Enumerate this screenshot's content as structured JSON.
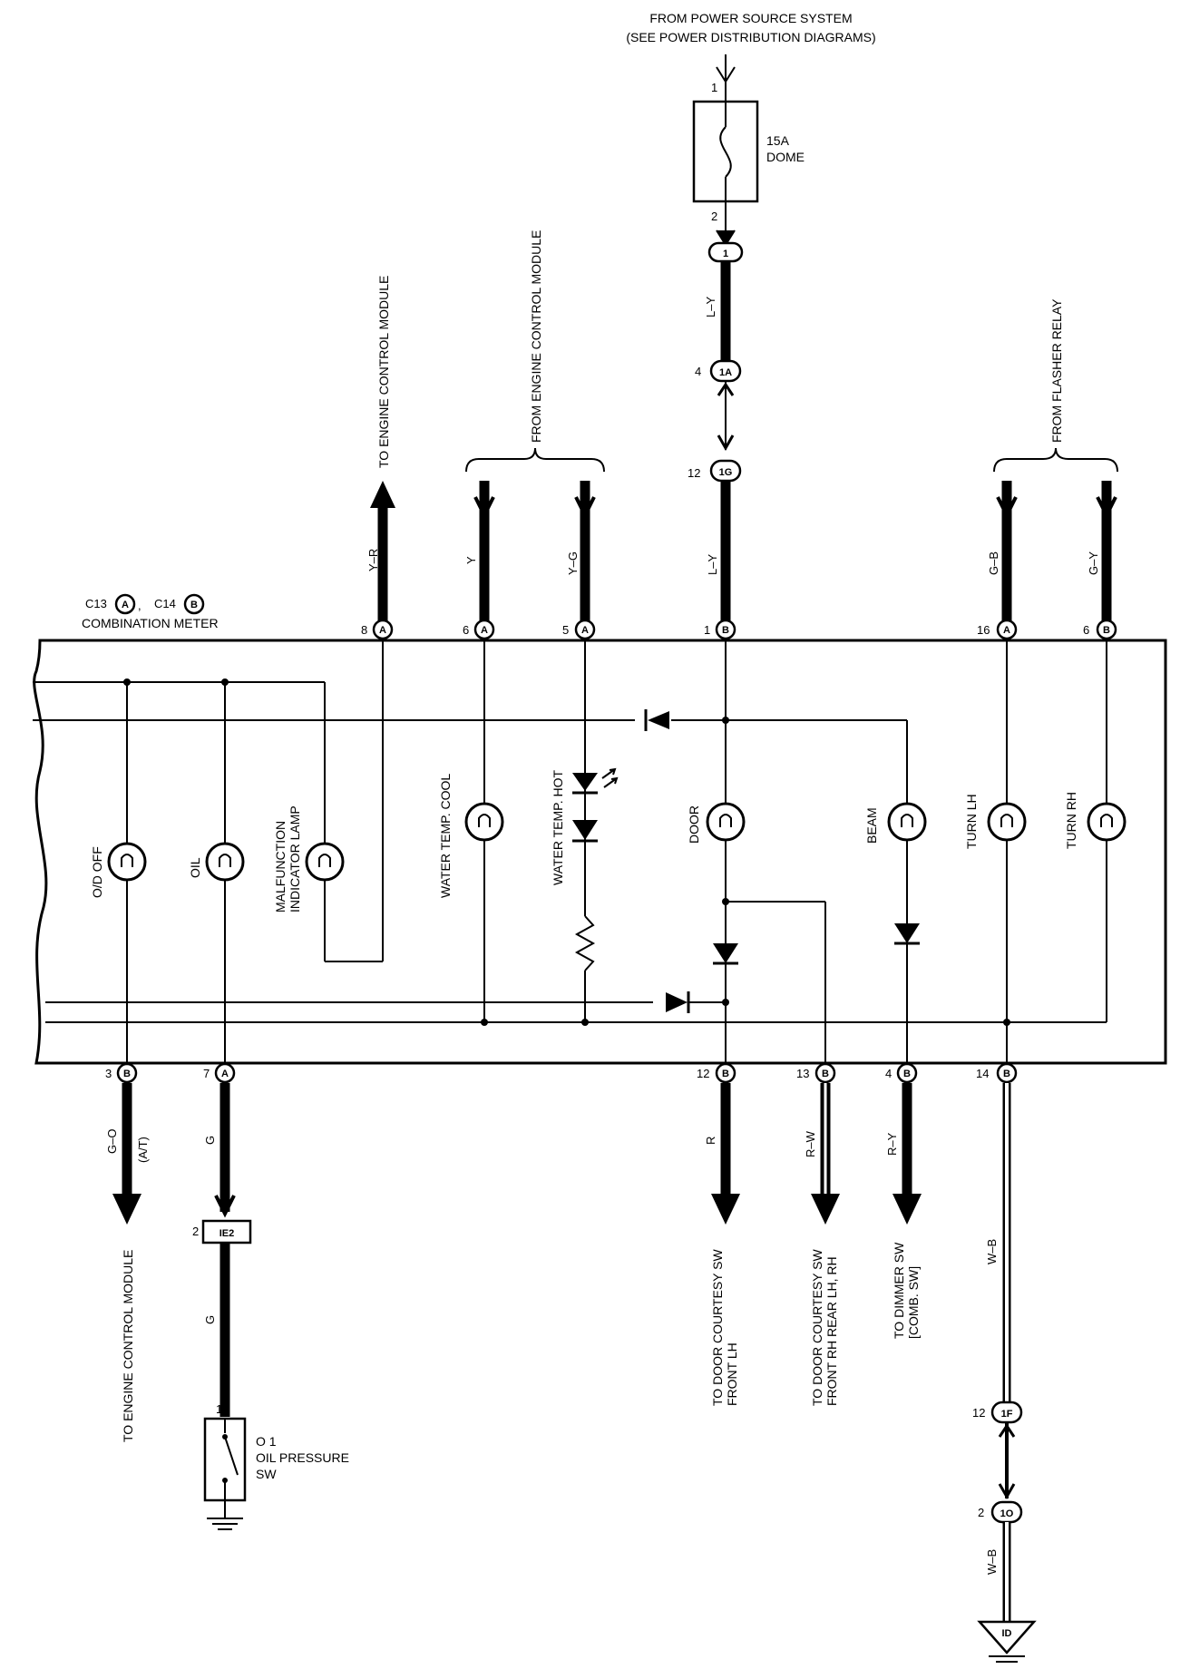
{
  "power": {
    "line1": "FROM POWER SOURCE SYSTEM",
    "line2": "(SEE POWER DISTRIBUTION DIAGRAMS)",
    "fuse_rating": "15A",
    "fuse_name": "DOME",
    "pin_top": "1",
    "pin_bottom": "2"
  },
  "meter": {
    "c13": "C13",
    "c14": "C14",
    "sep": ",",
    "name": "COMBINATION METER"
  },
  "top_groups": {
    "to_ecm": "TO ENGINE CONTROL MODULE",
    "from_ecm": "FROM ENGINE CONTROL MODULE",
    "from_flasher": "FROM FLASHER RELAY"
  },
  "top_wires": [
    {
      "color": "Y–R",
      "pin": "8",
      "conn": "A"
    },
    {
      "color": "Y",
      "pin": "6",
      "conn": "A"
    },
    {
      "color": "Y–G",
      "pin": "5",
      "conn": "A"
    },
    {
      "color": "L–Y",
      "pin": "1",
      "conn": "B"
    },
    {
      "color": "G–B",
      "pin": "16",
      "conn": "A"
    },
    {
      "color": "G–Y",
      "pin": "6",
      "conn": "B"
    }
  ],
  "dome_chain": {
    "wire_top": "L–Y",
    "j1": "1",
    "j1a_pin": "4",
    "j1a": "1A",
    "j1g_pin": "12",
    "j1g": "1G"
  },
  "indicators": [
    {
      "label": "O/D OFF"
    },
    {
      "label": "OIL"
    },
    {
      "label": "MALFUNCTION",
      "label2": "INDICATOR LAMP"
    },
    {
      "label": "WATER TEMP.  COOL"
    },
    {
      "label": "WATER TEMP.  HOT"
    },
    {
      "label": "DOOR"
    },
    {
      "label": "BEAM"
    },
    {
      "label": "TURN LH"
    },
    {
      "label": "TURN RH"
    }
  ],
  "bottom_wires": [
    {
      "pin": "3",
      "conn": "B",
      "color": "G–O",
      "note": "(A/T)",
      "dest": "TO ENGINE CONTROL MODULE"
    },
    {
      "pin": "7",
      "conn": "A",
      "color": "G"
    },
    {
      "pin": "12",
      "conn": "B",
      "color": "R",
      "dest": "TO DOOR COURTESY SW",
      "dest2": "FRONT LH"
    },
    {
      "pin": "13",
      "conn": "B",
      "color": "R–W",
      "dest": "TO DOOR COURTESY SW",
      "dest2": "FRONT RH REAR LH, RH"
    },
    {
      "pin": "4",
      "conn": "B",
      "color": "R–Y",
      "dest": "TO DIMMER SW",
      "dest2": "[COMB. SW]"
    },
    {
      "pin": "14",
      "conn": "B",
      "color": "W–B"
    }
  ],
  "oil_sw": {
    "ie2_pin": "2",
    "ie2": "IE2",
    "wire_color": "G",
    "pin": "1",
    "code": "O 1",
    "name1": "OIL PRESSURE",
    "name2": "SW"
  },
  "ground_chain": {
    "j1f_pin": "12",
    "j1f": "1F",
    "j1o_pin": "2",
    "j1o": "1O",
    "wire_color": "W–B",
    "ground": "ID"
  }
}
